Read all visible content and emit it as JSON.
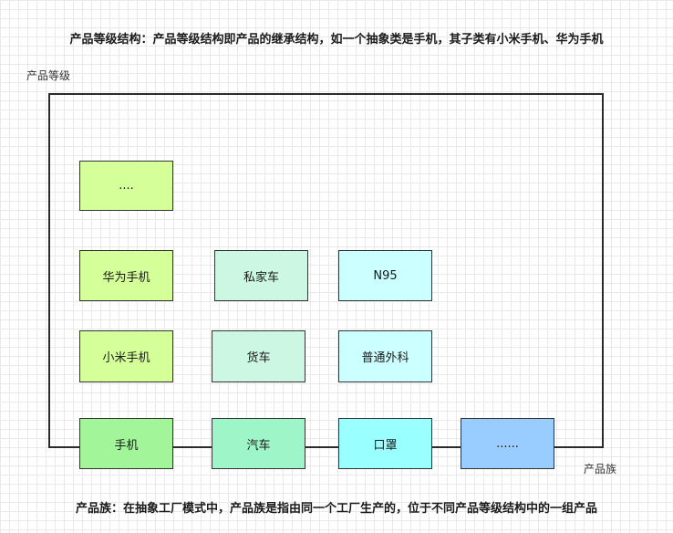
{
  "title_top": "产品等级结构：产品等级结构即产品的继承结构，如一个抽象类是手机，其子类有小米手机、华为手机",
  "title_bottom": "产品族：在抽象工厂模式中，产品族是指由同一个工厂生产的，位于不同产品等级结构中的一组产品",
  "axis": {
    "vertical_label": "产品等级",
    "horizontal_label": "产品族"
  },
  "boxes": {
    "phone_more": "....",
    "huawei_phone": "华为手机",
    "xiaomi_phone": "小米手机",
    "phone": "手机",
    "private_car": "私家车",
    "truck": "货车",
    "car": "汽车",
    "n95": "N95",
    "medical_mask": "普通外科",
    "mask": "口罩",
    "etc": "......"
  },
  "colors": {
    "phone_variants": "#d5ff99",
    "phone_base": "#a3f59a",
    "car_variants": "#ccf7e2",
    "car_base": "#9ef5c8",
    "mask_variants": "#ccffff",
    "mask_base": "#99ffff",
    "etc_base": "#99ccff"
  }
}
